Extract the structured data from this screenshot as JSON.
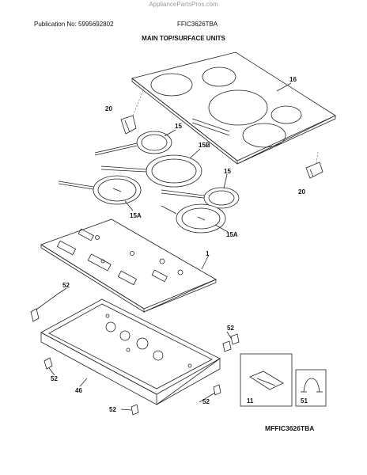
{
  "header": {
    "watermark": "AppliancePartsPros.com",
    "publication": "Publication No: 5995692802",
    "model": "FFIC3626TBA",
    "section_title": "MAIN TOP/SURFACE UNITS"
  },
  "callouts": {
    "c16": "16",
    "c20a": "20",
    "c15a": "15",
    "c15b_top": "15B",
    "c15c": "15",
    "c15A_left": "15A",
    "c15A_right": "15A",
    "c1": "1",
    "c52a": "52",
    "c52b": "52",
    "c52c": "52",
    "c52d": "52",
    "c52e": "52",
    "c20b": "20",
    "c46": "46",
    "c11": "11",
    "c51": "51"
  },
  "footer": {
    "diagram_code": "MFFIC3626TBA"
  }
}
